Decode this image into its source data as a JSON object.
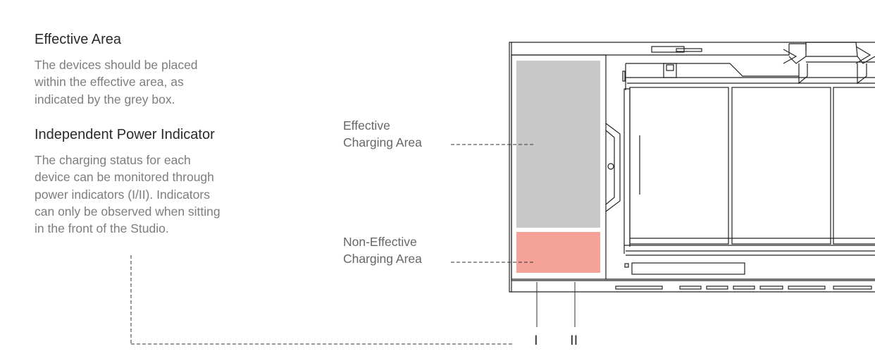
{
  "effective_area": {
    "title": "Effective Area",
    "lines": [
      "The devices should be placed",
      "within the effective area, as",
      "indicated by the grey box."
    ]
  },
  "power_indicator": {
    "title": "Independent Power Indicator",
    "lines": [
      "The charging status for each",
      "device can be monitored through",
      "power indicators (I/II). Indicators",
      "can only be observed when sitting",
      "in the front of the Studio."
    ]
  },
  "callouts": {
    "effective": [
      "Effective",
      "Charging Area"
    ],
    "non_effective": [
      "Non-Effective",
      "Charging Area"
    ]
  },
  "indicators": [
    "I",
    "II"
  ],
  "colors": {
    "effective_zone": "#c8c8c8",
    "non_effective_zone": "#f5a299",
    "outline": "#222222"
  }
}
